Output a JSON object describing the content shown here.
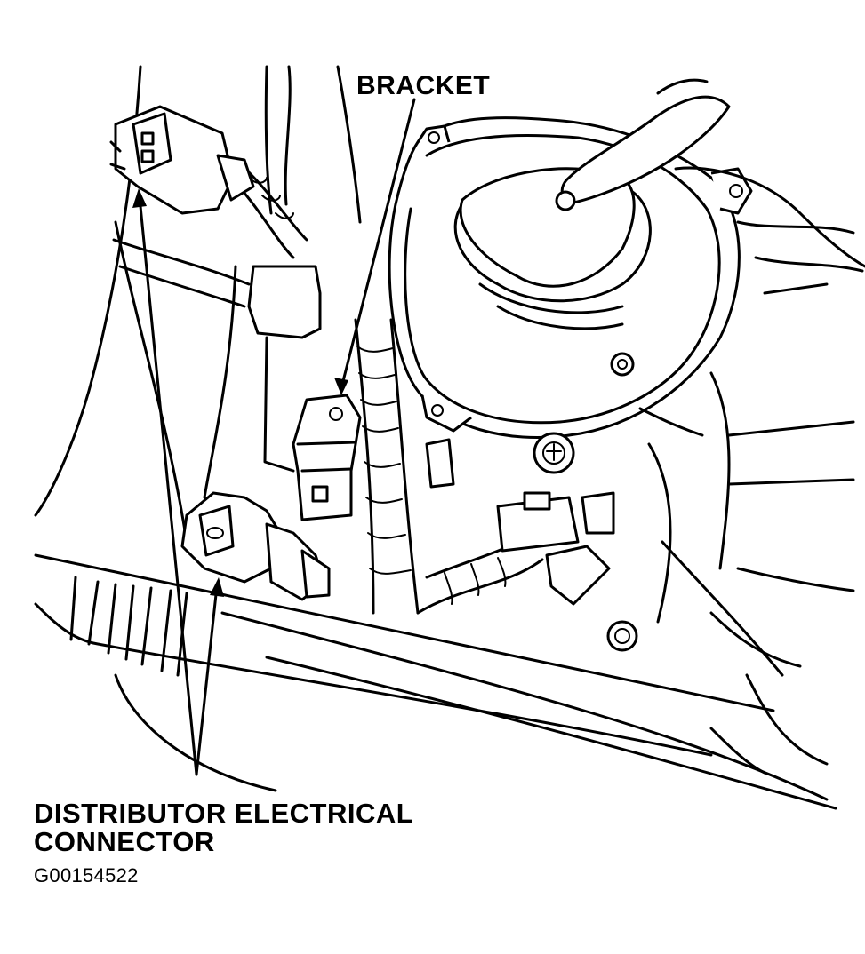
{
  "labels": {
    "bracket": "BRACKET",
    "distributor_line1": "DISTRIBUTOR ELECTRICAL",
    "distributor_line2": "CONNECTOR",
    "figure_code": "G00154522"
  }
}
